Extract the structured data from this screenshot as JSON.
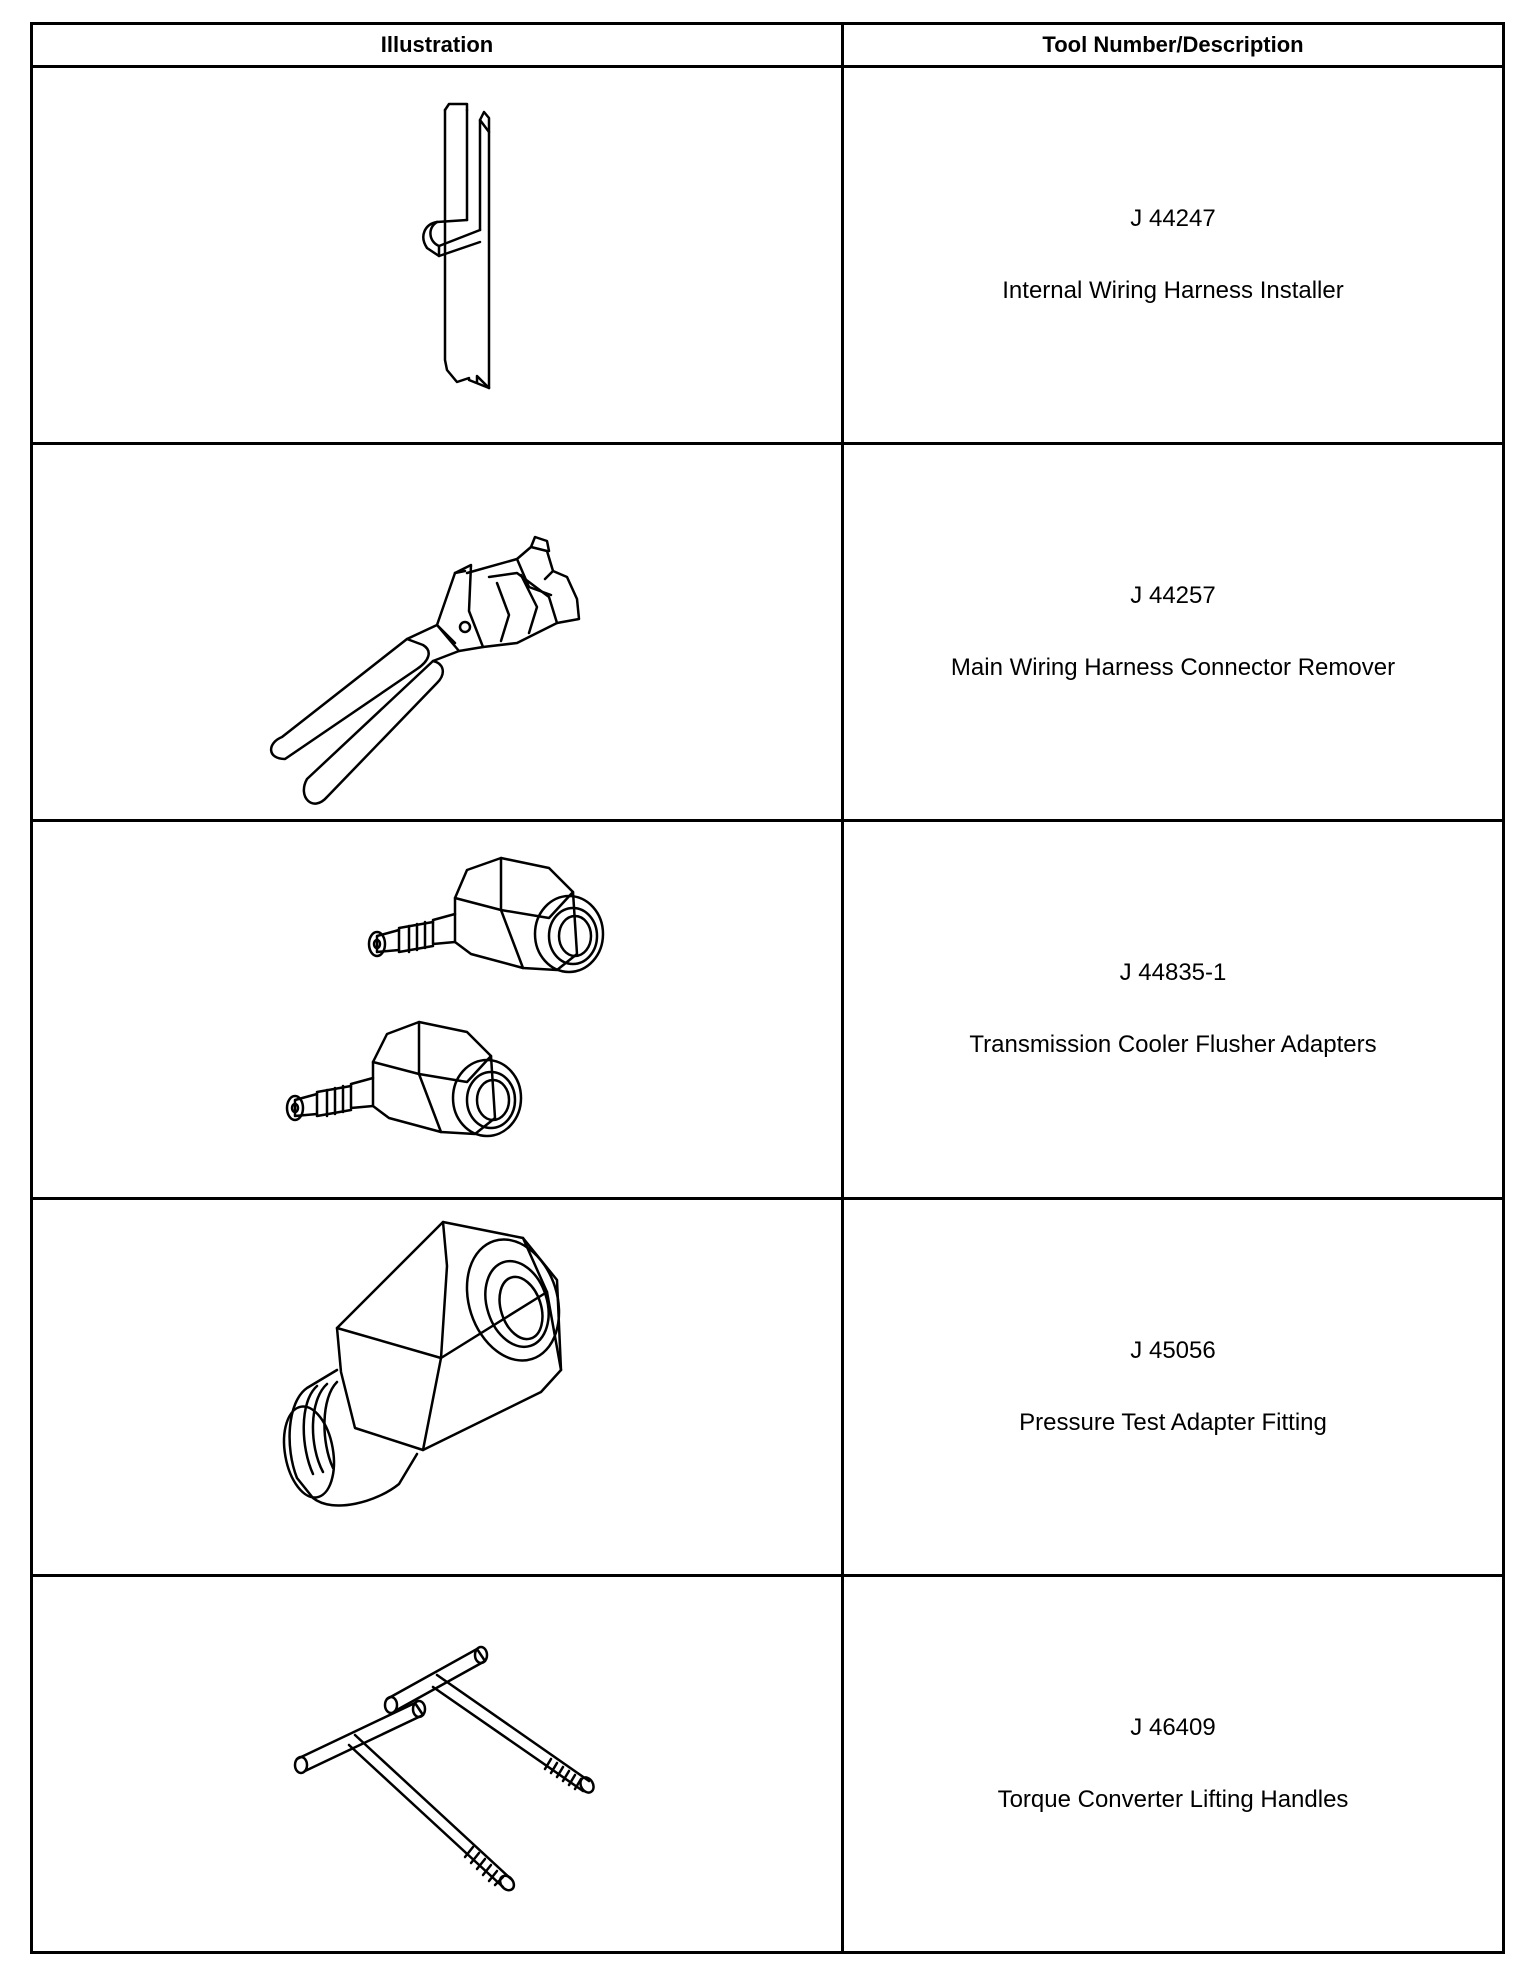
{
  "table": {
    "headers": {
      "illustration": "Illustration",
      "tool": "Tool Number/Description"
    },
    "rows": [
      {
        "number": "J 44247",
        "description": "Internal Wiring Harness Installer",
        "icon": "harness-installer-icon"
      },
      {
        "number": "J 44257",
        "description": "Main Wiring Harness Connector Remover",
        "icon": "connector-remover-pliers-icon"
      },
      {
        "number": "J 44835-1",
        "description": "Transmission Cooler Flusher Adapters",
        "icon": "flusher-adapters-icon"
      },
      {
        "number": "J 45056",
        "description": "Pressure Test Adapter Fitting",
        "icon": "adapter-fitting-icon"
      },
      {
        "number": "J 46409",
        "description": "Torque Converter Lifting Handles",
        "icon": "lifting-handles-icon"
      }
    ]
  }
}
